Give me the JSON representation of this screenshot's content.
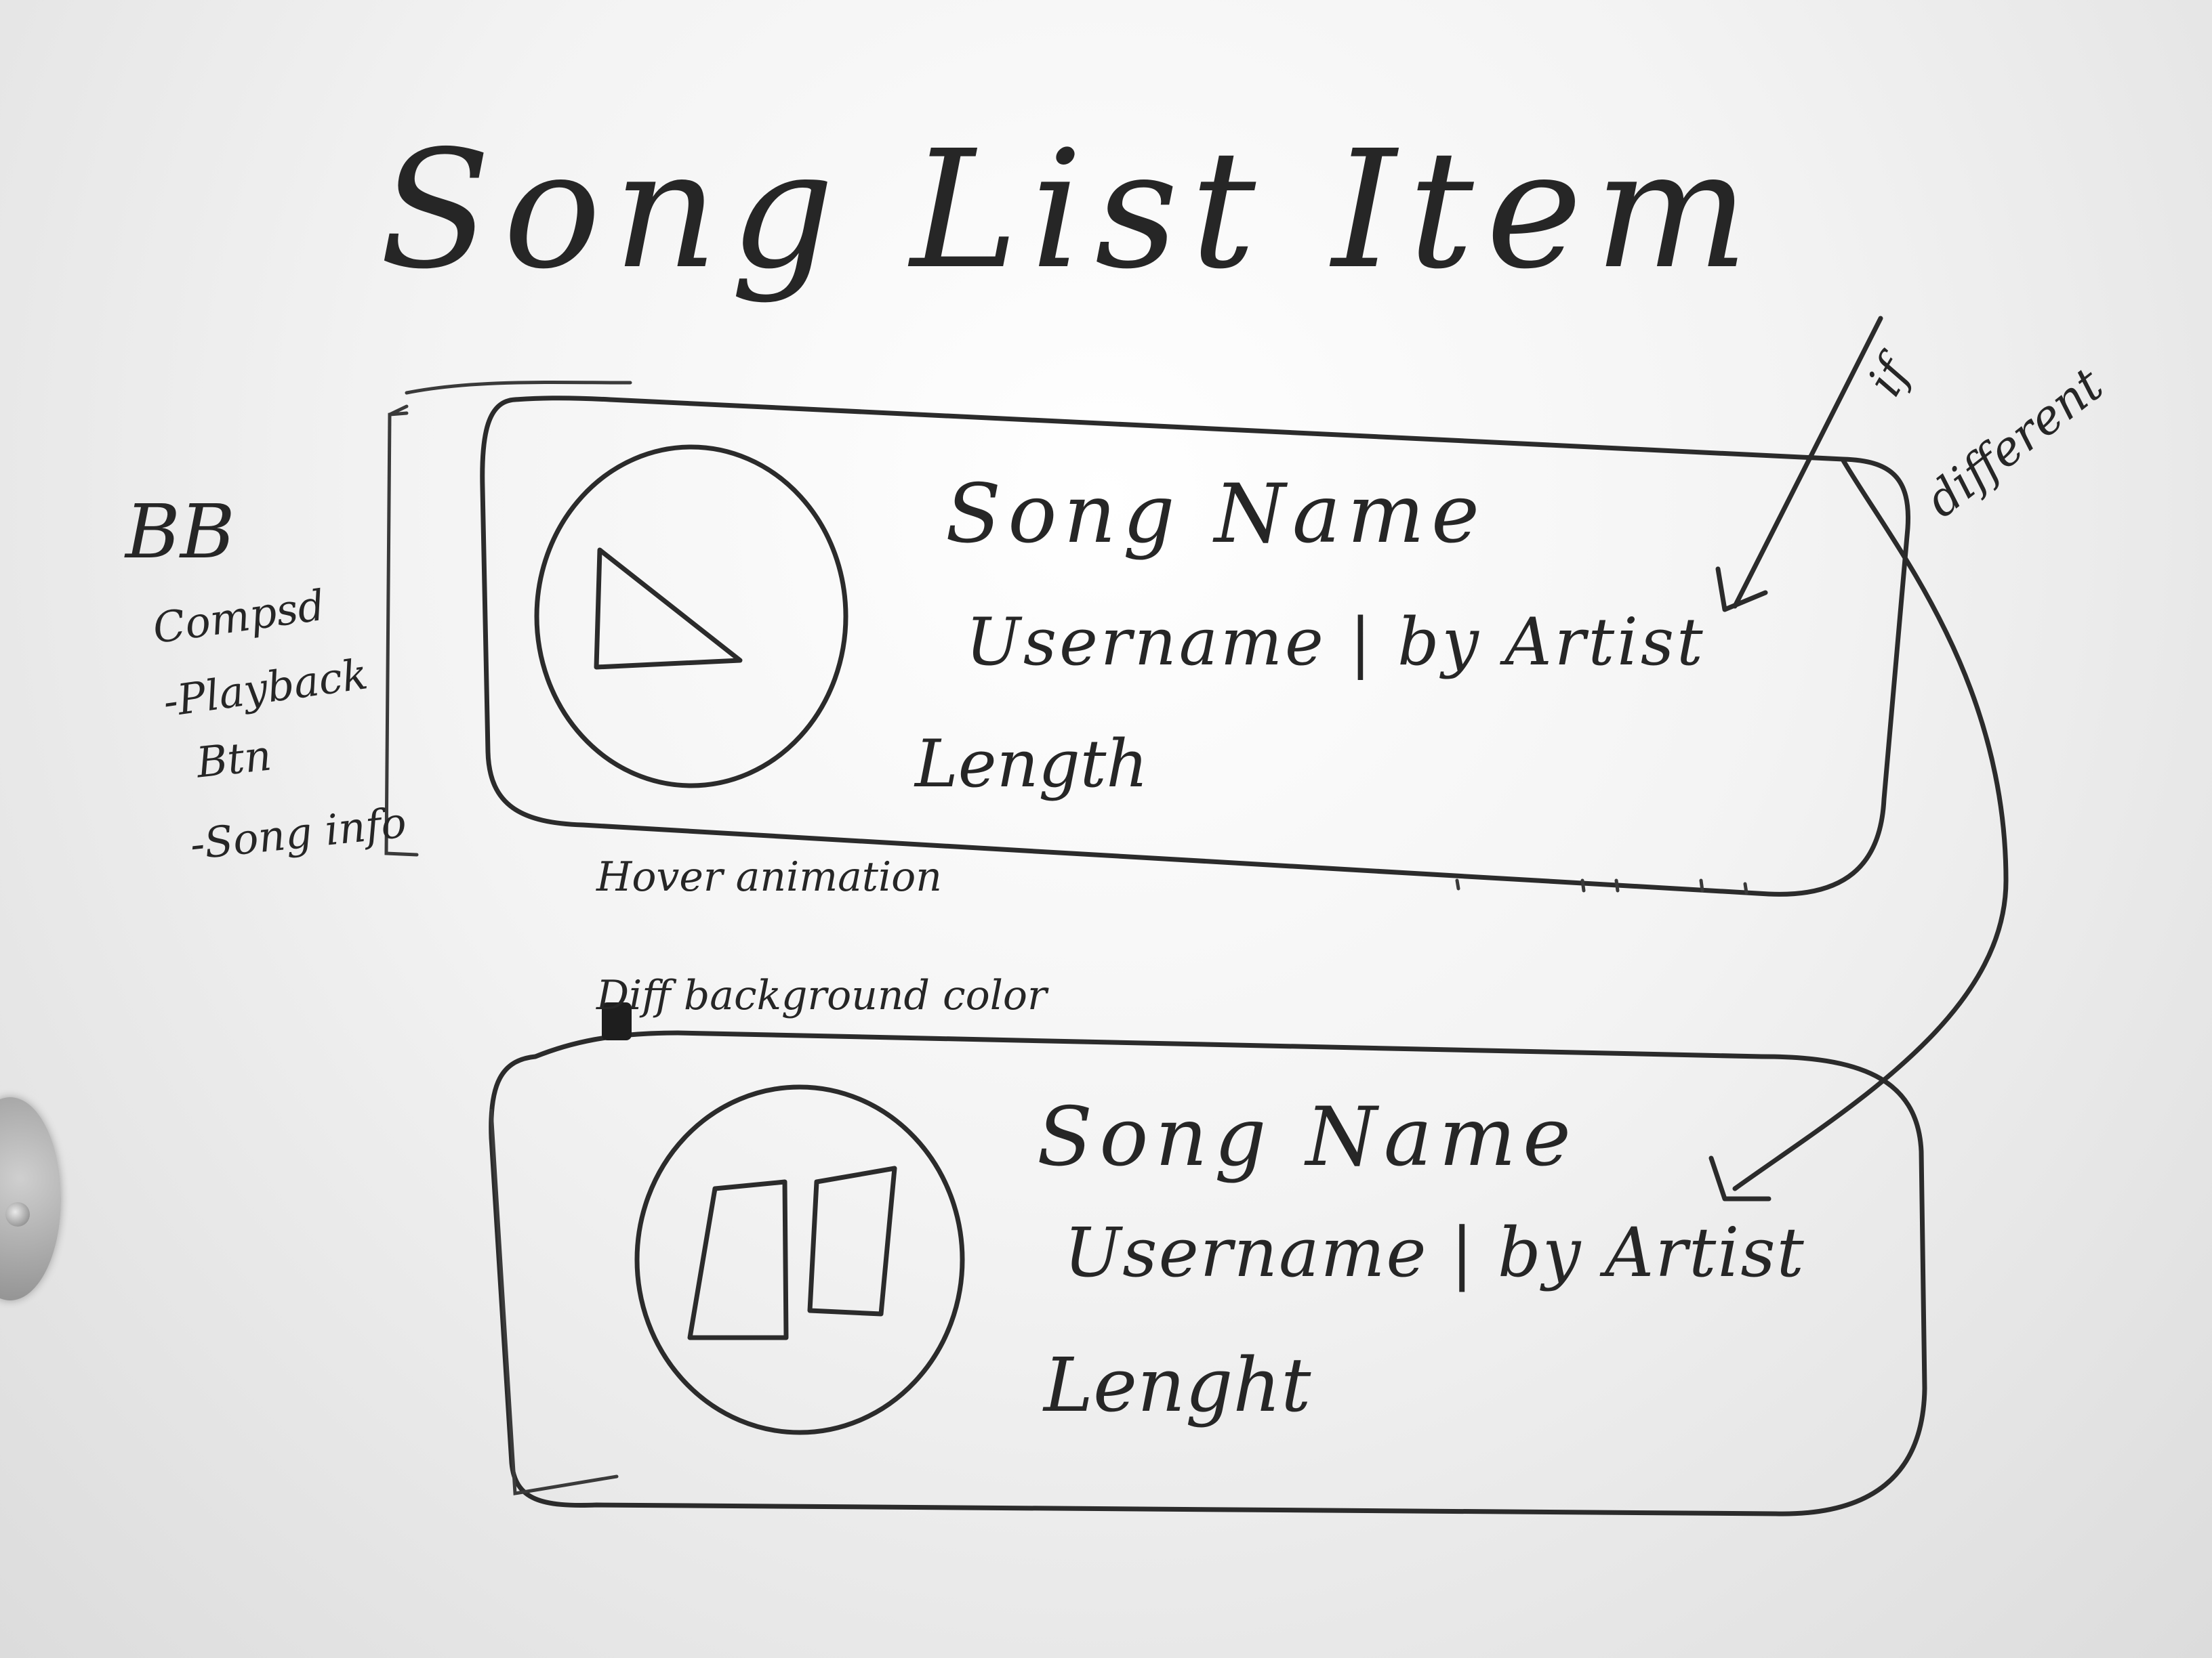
{
  "title": "Song List Item",
  "sidebar": {
    "label": "BB",
    "lines": [
      "Compsd",
      "-Playback",
      "Btn",
      "-Song info"
    ]
  },
  "item1": {
    "state": "play",
    "song_name": "Song Name",
    "subtitle": "Username | by Artist",
    "length": "Length",
    "note_below": "Hover animation"
  },
  "item2": {
    "state": "pause",
    "note_above": "Diff background color",
    "song_name": "Song Name",
    "subtitle": "Username | by Artist",
    "length": "Lenght"
  },
  "annotation": {
    "line1": "if",
    "line2": "different"
  },
  "icons": {
    "item1_button": "play-icon",
    "item2_button": "pause-icon"
  }
}
